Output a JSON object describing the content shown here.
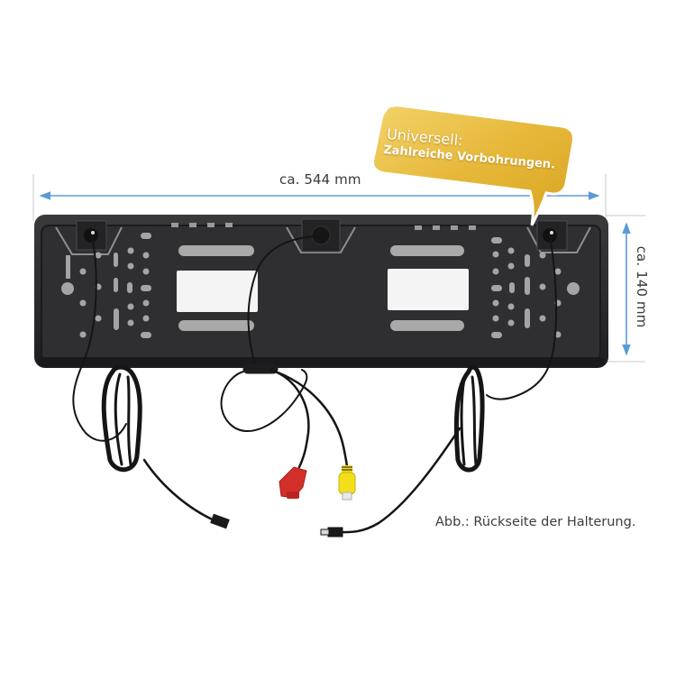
{
  "image": {
    "subject": "license-plate-frame-rear-view",
    "background": "#ffffff"
  },
  "dimensions": {
    "width_label": "ca. 544 mm",
    "height_label": "ca. 140 mm",
    "arrow_color": "#5b9bd5",
    "guide_color": "#c8c8c8"
  },
  "callout": {
    "line1": "Universell:",
    "line2": "Zahlreiche Vorbohrungen.",
    "color": "#e3b93a"
  },
  "caption": {
    "text": "Abb.: Rückseite der Halterung."
  },
  "product": {
    "frame_color": "#2b2b2d",
    "components": [
      "left-parking-sensor",
      "center-camera",
      "right-parking-sensor"
    ],
    "connectors": [
      {
        "type": "dc-power",
        "color": "#d9302a"
      },
      {
        "type": "rca-video",
        "color": "#f2df1a"
      },
      {
        "type": "sensor-plug-left",
        "color": "#1a1a1a"
      },
      {
        "type": "sensor-plug-right",
        "color": "#1a1a1a"
      }
    ]
  }
}
